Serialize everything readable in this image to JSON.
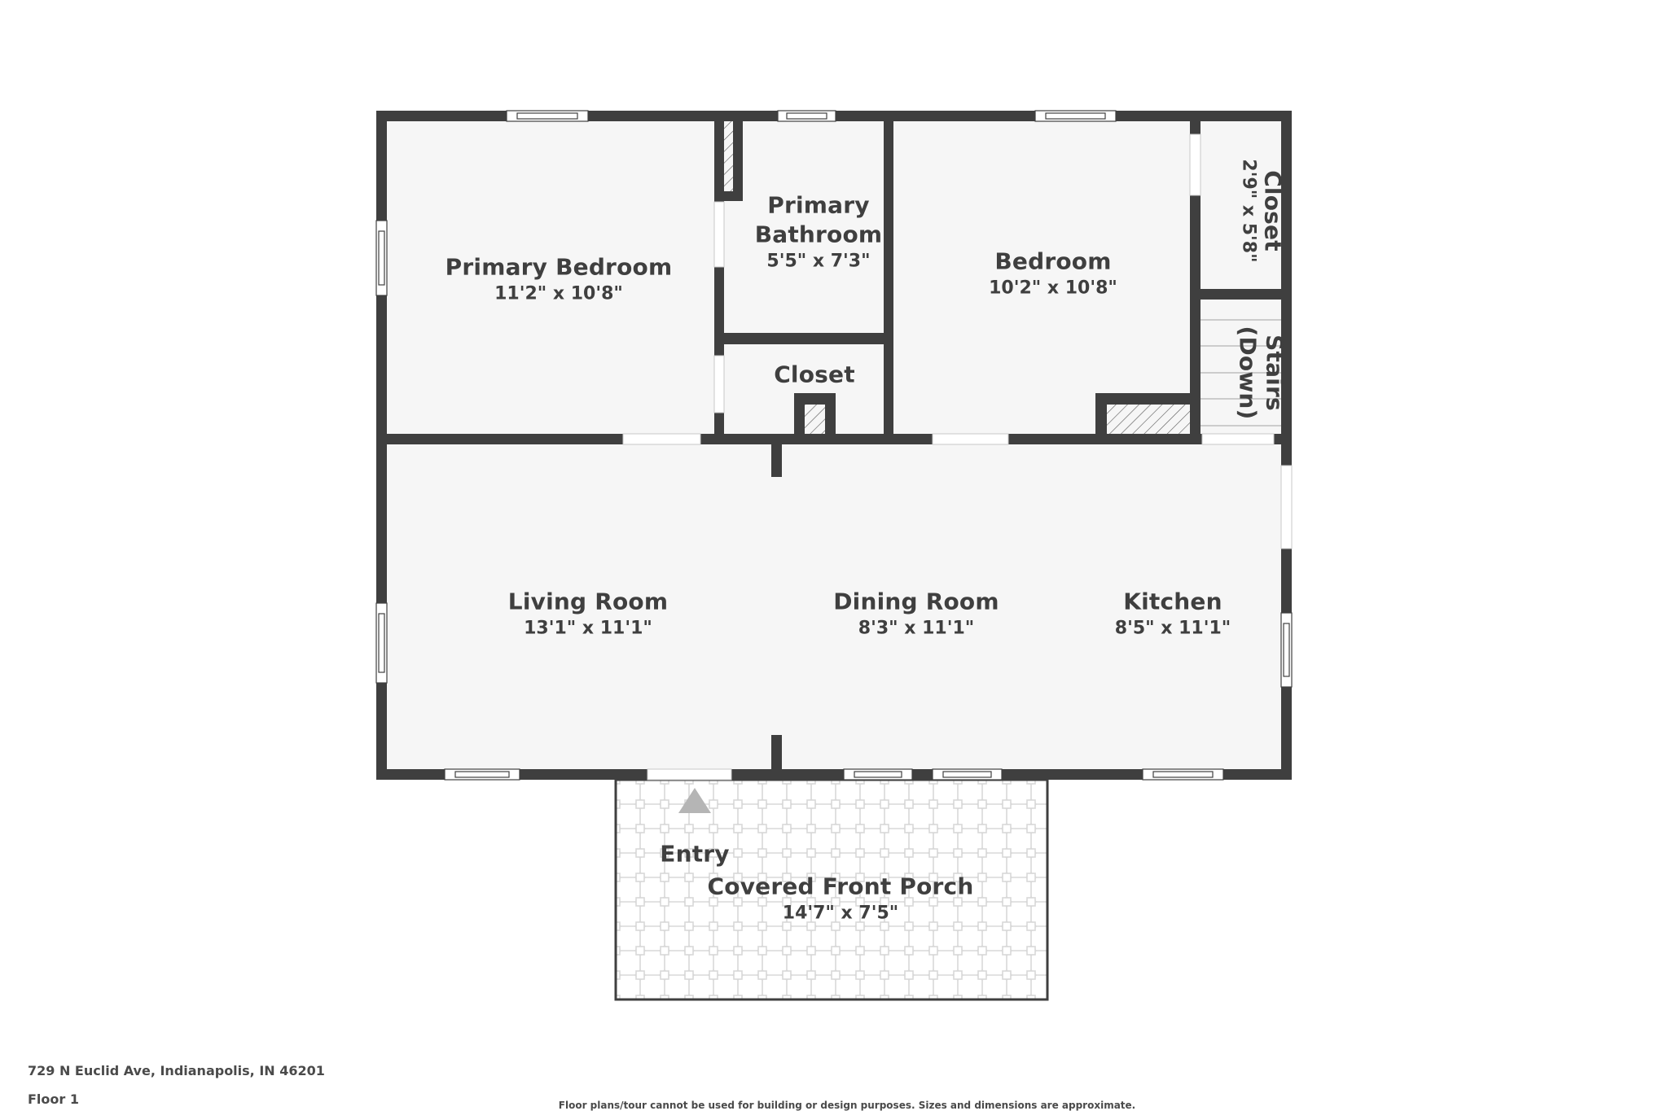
{
  "floorplan": {
    "colors": {
      "wall": "#3f3f3f",
      "floor": "#f6f6f6",
      "background": "#ffffff",
      "text": "#3f3f3f",
      "porch_tile": "#d8d8d8",
      "entry_marker": "#b5b5b5"
    },
    "rooms": [
      {
        "id": "primary-bedroom",
        "name": "Primary Bedroom",
        "dims": "11'2\" x 10'8\""
      },
      {
        "id": "primary-bathroom",
        "name_line1": "Primary",
        "name_line2": "Bathroom",
        "dims": "5'5\" x 7'3\""
      },
      {
        "id": "closet-hall",
        "name": "Closet"
      },
      {
        "id": "bedroom",
        "name": "Bedroom",
        "dims": "10'2\" x 10'8\""
      },
      {
        "id": "closet-bedroom",
        "name": "Closet",
        "dims": "2'9\" x 5'8\""
      },
      {
        "id": "stairs",
        "name": "Stairs",
        "name_line2": "(Down)"
      },
      {
        "id": "living-room",
        "name": "Living Room",
        "dims": "13'1\" x 11'1\""
      },
      {
        "id": "dining-room",
        "name": "Dining Room",
        "dims": "8'3\" x 11'1\""
      },
      {
        "id": "kitchen",
        "name": "Kitchen",
        "dims": "8'5\" x 11'1\""
      },
      {
        "id": "porch",
        "name": "Covered Front Porch",
        "dims": "14'7\" x 7'5\""
      }
    ],
    "entry_label": "Entry"
  },
  "footer": {
    "address": "729 N Euclid Ave, Indianapolis, IN 46201",
    "floor": "Floor 1",
    "disclaimer": "Floor plans/tour cannot be used for building or design purposes. Sizes and dimensions are approximate."
  }
}
